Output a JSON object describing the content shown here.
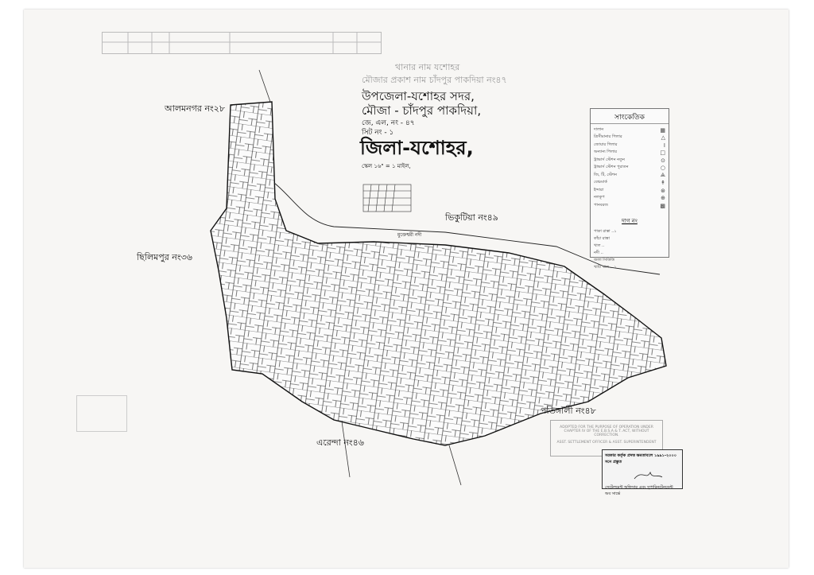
{
  "header": {
    "faint_thana": "থানার নাম যশোহর",
    "faint_mouza": "মৌজার প্রকাশ নাম চাঁদপুর পাকদিয়া নং৪৭",
    "upazila": "উপজেলা-যশোহর সদর,",
    "mouza": "মৌজা - চাঁদপুর পাকদিয়া,",
    "jl_no": "জে, এল, নং - ৪৭",
    "sheet_no": "সিট নং - ১",
    "district": "জিলা-যশোহর,",
    "scale": "স্কেল ১৬\" = ১ মাইল,"
  },
  "villages": {
    "north_west": "আলমনগর নং২৮",
    "west": "ছিলিমপুর নং৩৬",
    "north_east": "ভিকুটিয়া নং৪৯",
    "south": "এরেন্দা নং৪৬",
    "south_east": "পতিঙ্গালী নং৪৮",
    "river": "মুক্তেশ্বরী নদী"
  },
  "legend": {
    "title": "সাংকেতিক",
    "items": [
      "দালান",
      "ত্রিসীমানার পিলার",
      "জোয়ার পিলার",
      "অন্যান্য পিলার",
      "ট্রাভার্স স্টেশন নতুন",
      "ট্রাভার্স স্টেশন পুরাতন",
      "জি, টি, স্টেশন",
      "বেঞ্চমার্ক",
      "ইন্দারা",
      "নলকূপ",
      "পানবরজ"
    ],
    "symbols": [
      "▦",
      "△",
      "I",
      "□",
      "⊙",
      "○",
      "⟁",
      "↟",
      "⊛",
      "⊕",
      "▩"
    ],
    "section_title": "দাগ নং",
    "notes": [
      "পাকা রাস্তা ..১",
      "কাঁচা রাস্তা",
      "খাল ..",
      "নদী ..",
      "জলা সিকিত্তি",
      "খাটি খাল .. ১"
    ]
  },
  "certification": {
    "stamp": "ADOPTED FOR THE PURPOSE OF OPERATION UNDER CHAPTER IV OF THE E.B.S.A & T. ACT, WITHOUT CORRECTION.",
    "stamp_sign": "ASST. SETTLEMENT OFFICER & ASST. SUPERINTENDENT",
    "printed": "সরকার কর্তৃক প্রদত্ত ক্ষমতাবলে ১৯৯১-২০০০ সনে প্রস্তুত",
    "officer": "সেটেলমেন্ট অফিসার এবং সুপারিনটেনডেন্ট অব সার্ভে"
  }
}
